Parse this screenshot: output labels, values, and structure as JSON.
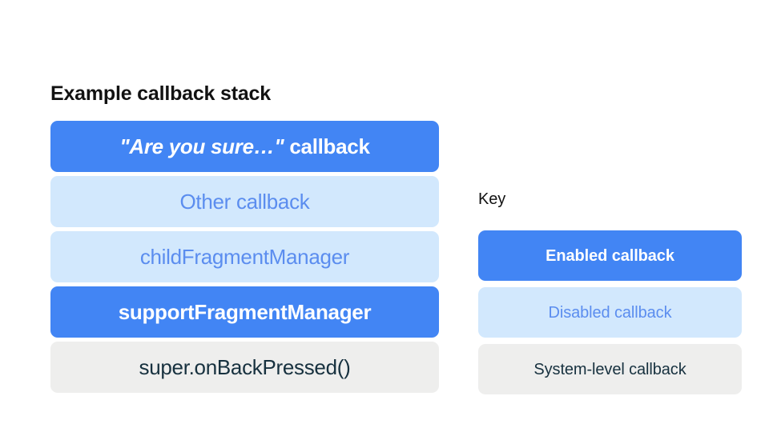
{
  "slide": {
    "background_color": "#ffffff"
  },
  "palette": {
    "enabled_fill": "#4285f4",
    "enabled_text": "#ffffff",
    "disabled_fill": "#d2e8fd",
    "disabled_text": "#5b8def",
    "system_fill": "#eeeeed",
    "system_text": "#17313f",
    "heading_text": "#121212"
  },
  "stack": {
    "title": "Example callback stack",
    "items": [
      {
        "label": "\"Are you sure…\" callback",
        "emphasis_text": "\"Are you sure…\"",
        "plain_text": " callback",
        "state": "enabled",
        "state_label": "Enabled callback"
      },
      {
        "label": "Other callback",
        "state": "disabled",
        "state_label": "Disabled callback"
      },
      {
        "label": "childFragmentManager",
        "state": "disabled",
        "state_label": "Disabled callback"
      },
      {
        "label": "supportFragmentManager",
        "state": "enabled",
        "state_label": "Enabled callback"
      },
      {
        "label": "super.onBackPressed()",
        "state": "system",
        "state_label": "System-level callback"
      }
    ]
  },
  "key": {
    "title": "Key",
    "items": [
      {
        "label": "Enabled callback",
        "state": "enabled"
      },
      {
        "label": "Disabled callback",
        "state": "disabled"
      },
      {
        "label": "System-level callback",
        "state": "system"
      }
    ]
  }
}
